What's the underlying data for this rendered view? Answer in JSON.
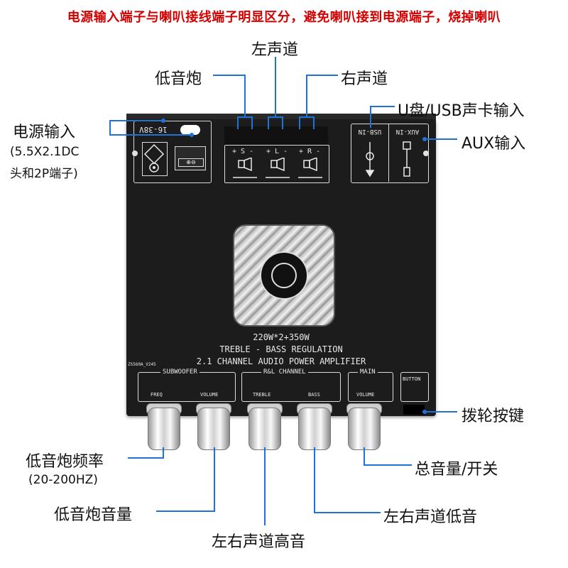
{
  "warning": "电源输入端子与喇叭接线端子明显区分，避免喇叭接到电源端子，烧掉喇叭",
  "callouts": {
    "left_channel": "左声道",
    "subwoofer": "低音炮",
    "right_channel": "右声道",
    "usb_input": "U盘/USB声卡输入",
    "power_input": "电源输入",
    "power_input_detail_1": "(5.5X2.1DC",
    "power_input_detail_2": "头和2P端子)",
    "aux_input": "AUX输入",
    "dial_button": "拨轮按键",
    "sub_freq": "低音炮频率",
    "sub_freq_range": "(20-200HZ)",
    "main_volume": "总音量/开关",
    "sub_volume": "低音炮音量",
    "lr_bass": "左右声道低音",
    "lr_treble": "左右声道高音"
  },
  "board": {
    "voltage": "16-38V",
    "usb_in": "USB-IN",
    "aux_in": "AUX-IN",
    "power_line": "220W*2+350W",
    "reg_line": "TREBLE - BASS REGULATION",
    "amp_line": "2.1 CHANNEL AUDIO POWER AMPLIFIER",
    "model": "ZS560A_V245",
    "speaker_marks": [
      "+ S -",
      "+ L -",
      "+ R -"
    ],
    "groups": {
      "subwoofer": "SUBWOOFER",
      "rl": "R&L CHANNEL",
      "main": "MAIN",
      "button": "BUTTON"
    },
    "knob_labels": [
      "FREQ",
      "VOLUME",
      "TREBLE",
      "BASS",
      "VOLUME"
    ]
  }
}
